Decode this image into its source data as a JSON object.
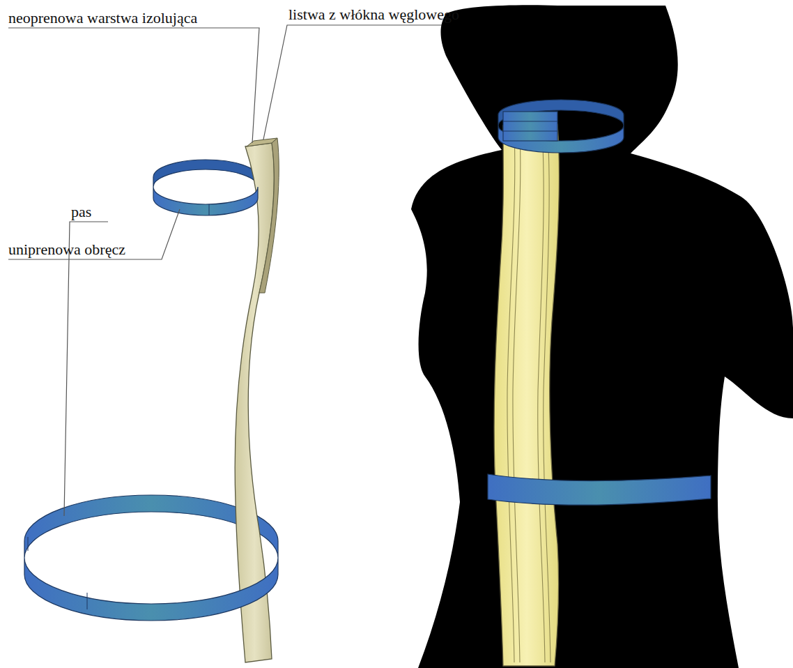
{
  "diagram": {
    "labels": [
      "listwa z włókna węglowego",
      "neoprenowa warstwa izolująca",
      "uniprenowa obręcz",
      "pas"
    ]
  }
}
